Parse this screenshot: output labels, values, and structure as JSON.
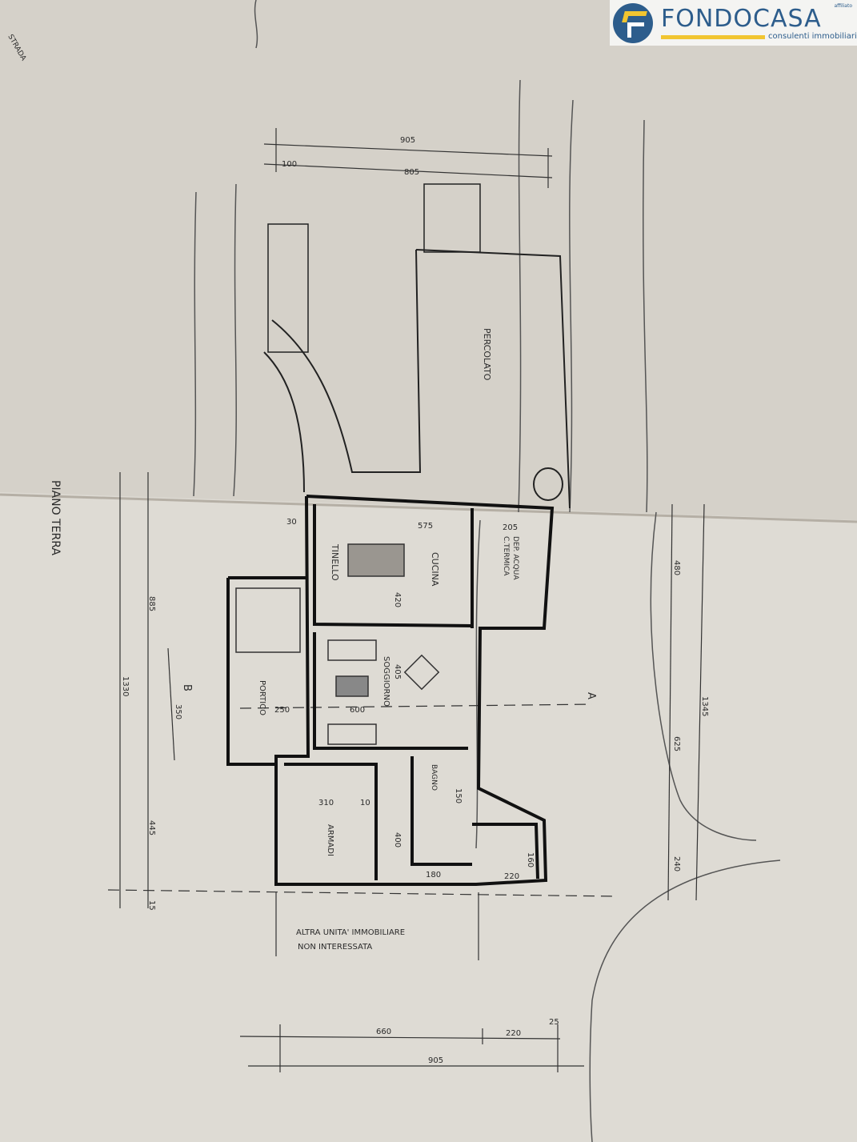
{
  "logo": {
    "name": "FONDOCASA",
    "tagline": "consulenti immobiliari",
    "affiliate": "affiliato",
    "colors": {
      "blue": "#2d5d8c",
      "yellow": "#f1c530"
    }
  },
  "plan": {
    "title": "PIANO TERRA",
    "road": "STRADA",
    "rooms": {
      "pergola": "PERCOLATO",
      "dining": "TINELLO",
      "kitchen": "CUCINA",
      "utility_1": "C.TERMICA",
      "utility_2": "DEP. ACQUA",
      "living": "SOGGIORNO",
      "porch": "PORTICO",
      "bath": "BAGNO",
      "wardrobes": "ARMADI"
    },
    "note_1": "ALTRA UNITA' IMMOBILIARE",
    "note_2": "NON INTERESSATA",
    "section_marks": {
      "a": "A",
      "b": "B"
    },
    "dimensions": {
      "top_total": "905",
      "top_small": "100",
      "top_inner": "805",
      "left_885": "885",
      "left_1330": "1330",
      "left_445": "445",
      "left_15": "15",
      "left_350": "350",
      "right_480": "480",
      "right_1345": "1345",
      "right_625": "625",
      "right_240": "240",
      "bottom_660": "660",
      "bottom_220": "220",
      "bottom_25": "25",
      "bottom_total": "905",
      "wall_30": "30",
      "kitchen_575": "575",
      "utility_205": "205",
      "kitchen_420": "420",
      "living_405": "405",
      "living_600": "600",
      "porch_250": "250",
      "ward_310": "310",
      "ward_10": "10",
      "ward_400": "400",
      "bath_150": "150",
      "stair_160": "160",
      "hall_180": "180",
      "stair_220": "220"
    }
  }
}
